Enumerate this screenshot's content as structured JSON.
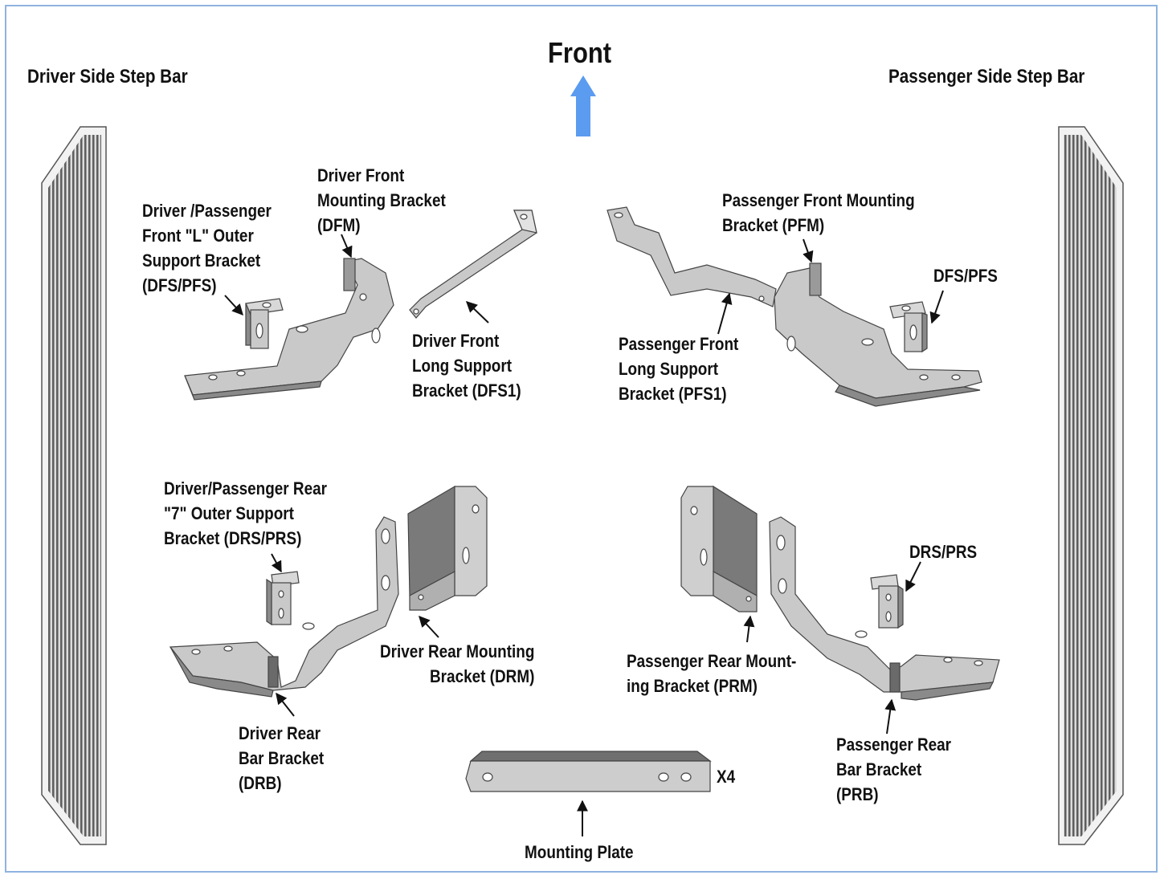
{
  "header": {
    "front_label": "Front",
    "driver_title": "Driver Side Step Bar",
    "passenger_title": "Passenger Side Step Bar"
  },
  "labels": {
    "dfs_pfs_outer": "Driver /Passenger\nFront \"L\" Outer\nSupport Bracket\n(DFS/PFS)",
    "dfm": "Driver Front\nMounting Bracket\n(DFM)",
    "dfs1": "Driver Front\nLong Support\nBracket (DFS1)",
    "pfm": "Passenger Front Mounting\nBracket (PFM)",
    "pfs_short": "DFS/PFS",
    "pfs1": "Passenger Front\nLong Support\nBracket (PFS1)",
    "drs_prs_outer": "Driver/Passenger  Rear\n\"7\" Outer Support\nBracket (DRS/PRS)",
    "drm": "Driver Rear Mounting\nBracket (DRM)",
    "prm": "Passenger Rear Mount-\ning Bracket (PRM)",
    "drs_prs_short": "DRS/PRS",
    "drb": "Driver Rear\nBar Bracket\n(DRB)",
    "prb": "Passenger Rear\nBar Bracket\n(PRB)",
    "quantity": "X4",
    "mounting_plate": "Mounting Plate"
  },
  "colors": {
    "frame_border": "#8fb3e0",
    "front_arrow": "#5b9bf0",
    "part_fill": "#c9c9c9",
    "part_dark": "#8a8a8a",
    "step_bar": "#6e6e6e"
  },
  "icons": {
    "front_arrow": "up-arrow-icon",
    "step_bar": "step-bar-icon"
  }
}
